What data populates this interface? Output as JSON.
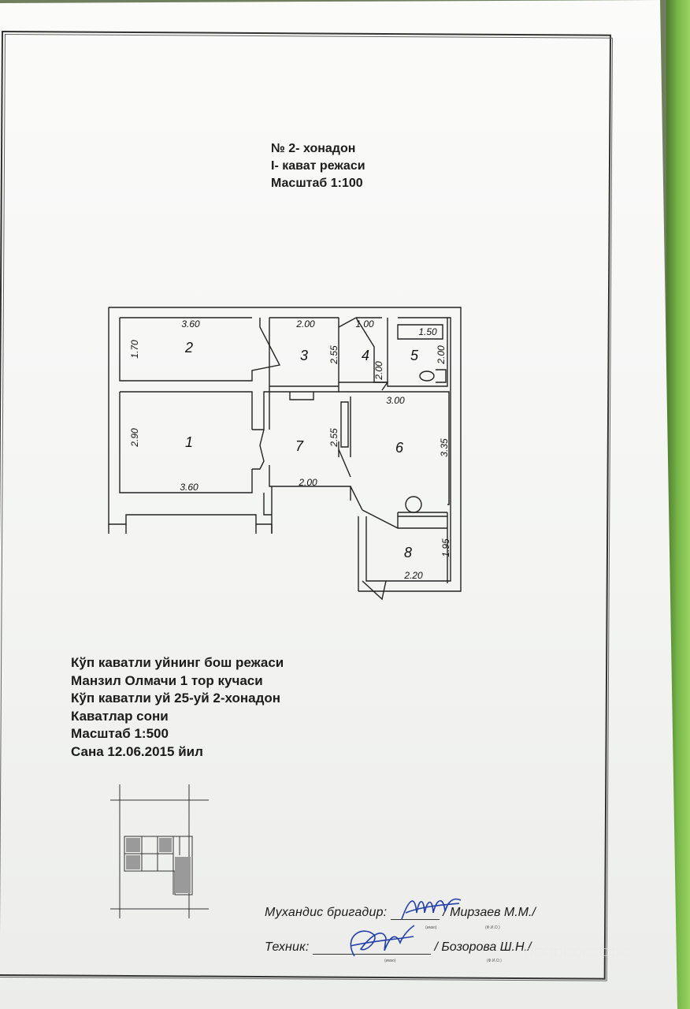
{
  "title": {
    "line1": "№ 2- хонадон",
    "line2": "I- кават режаси",
    "line3": "Масштаб 1:100"
  },
  "plan": {
    "rooms": [
      {
        "number": "1",
        "width": "3.60",
        "depth": "2.90"
      },
      {
        "number": "2",
        "width": "3.60",
        "depth": "1.70"
      },
      {
        "number": "3",
        "width": "2.00",
        "depth": "2.55"
      },
      {
        "number": "4",
        "width": "1.00",
        "depth": "2.00"
      },
      {
        "number": "5",
        "width": "1.50",
        "depth": "2.00"
      },
      {
        "number": "6",
        "width": "3.00",
        "depth": "3.35"
      },
      {
        "number": "7",
        "width": "2.00",
        "depth": "2.55"
      },
      {
        "number": "8",
        "width": "2.20",
        "depth": "1.95"
      }
    ],
    "extra_dims": {
      "room1_bottom": "3.60",
      "room7_bottom": "2.00"
    }
  },
  "info": {
    "line1": "Кўп каватли уйнинг бош режаси",
    "line2": "Манзил Олмачи 1 тор кучаси",
    "line3": "Кўп каватли уй 25-уй 2-хонадон",
    "line4": "Каватлар сони",
    "line5": "Масштаб 1:500",
    "line6": "Сана 12.06.2015 йил"
  },
  "signatures": {
    "engineer_role": "Мухандис бригадир:",
    "engineer_name": "/ Мирзаев М.М./",
    "technician_role": "Техник:",
    "technician_name": "/ Бозорова Ш.Н./",
    "note_sign": "(имзо)",
    "note_fio": "(Ф.И.О.)"
  },
  "watermark": "□□□□□□□□□□□"
}
